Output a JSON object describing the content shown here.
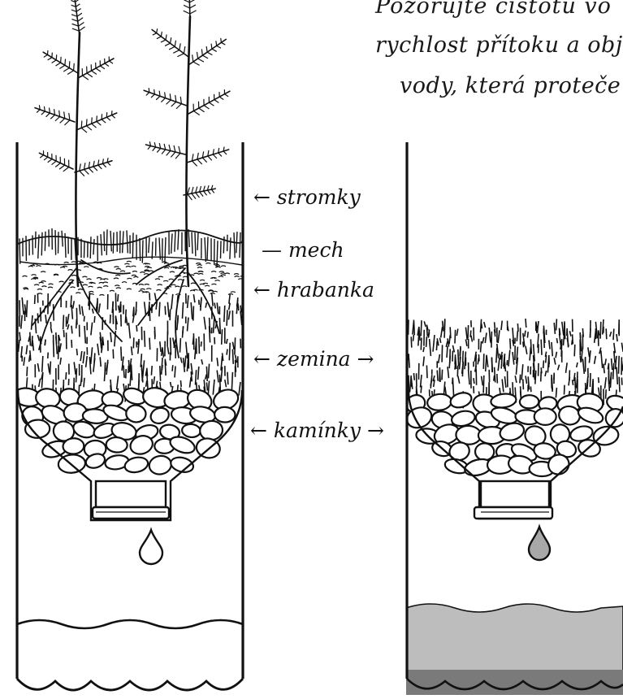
{
  "instruction": {
    "line1": "Pozorujte čistotu vo",
    "line2": "rychlost přítoku a obj",
    "line3": "vody, která proteče"
  },
  "left_column": {
    "labels": [
      {
        "name": "label-stromky",
        "text": "stromky",
        "arrow_left": "←",
        "arrow_right": ""
      },
      {
        "name": "label-mech",
        "text": "mech",
        "arrow_left": "—",
        "arrow_right": ""
      },
      {
        "name": "label-hrabanka",
        "text": "hrabanka",
        "arrow_left": "←",
        "arrow_right": ""
      },
      {
        "name": "label-zemina",
        "text": "zemina",
        "arrow_left": "←",
        "arrow_right": "→"
      },
      {
        "name": "label-kaminky",
        "text": "kamínky",
        "arrow_left": "←",
        "arrow_right": "→"
      }
    ]
  },
  "right_column": {
    "collected_water_fill": "#bdbdbd",
    "sediment_fill": "#7a7a7a",
    "drop_fill": "#a8a8a8"
  },
  "colors": {
    "ink": "#111111",
    "paper": "#ffffff"
  }
}
